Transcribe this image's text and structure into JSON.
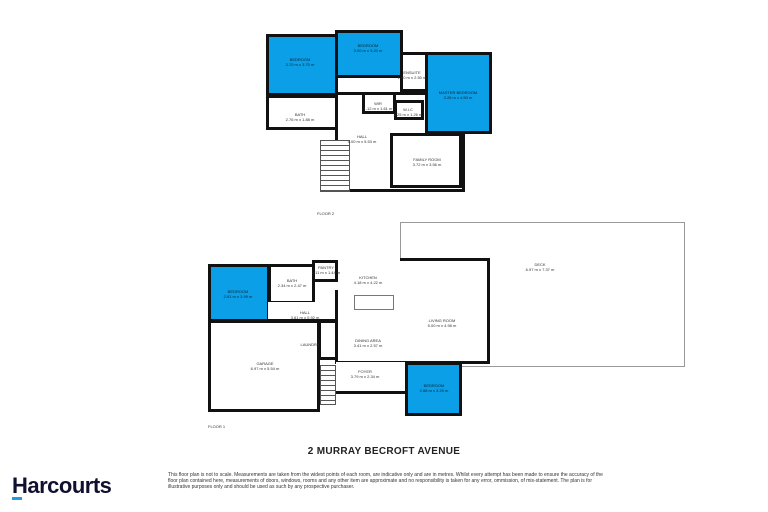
{
  "floor2": {
    "label": "FLOOR 2",
    "rooms": [
      {
        "name": "BEDROOM",
        "size": "3.70 m x 3.70 m"
      },
      {
        "name": "BEDROOM",
        "size": "3.00 m x 3.20 m"
      },
      {
        "name": "ENSUITE",
        "size": "1.90 m x 2.50 m"
      },
      {
        "name": "MASTER BEDROOM",
        "size": "3.26 m x 4.50 m"
      },
      {
        "name": "WIR",
        "size": "1.12 m x 1.61 m"
      },
      {
        "name": "W.I.C",
        "size": "2.25 m x 1.26 m"
      },
      {
        "name": "BATH",
        "size": "2.76 m x 1.88 m"
      },
      {
        "name": "HALL",
        "size": "5.00 m x 5.53 m"
      },
      {
        "name": "FAMILY ROOM",
        "size": "3.72 m x 3.56 m"
      }
    ]
  },
  "floor1": {
    "label": "FLOOR 1",
    "rooms": [
      {
        "name": "DECK",
        "size": "6.97 m x 7.37 m"
      },
      {
        "name": "PANTRY",
        "size": "1.11 m x 1.44 m"
      },
      {
        "name": "KITCHEN",
        "size": "4.18 m x 4.22 m"
      },
      {
        "name": "BEDROOM",
        "size": "2.91 m x 3.99 m"
      },
      {
        "name": "BATH",
        "size": "2.34 m x 2.47 m"
      },
      {
        "name": "HALL",
        "size": "3.61 m x 0.92 m"
      },
      {
        "name": "LIVING ROOM",
        "size": "5.00 m x 4.98 m"
      },
      {
        "name": "GARAGE",
        "size": "6.97 m x 5.54 m"
      },
      {
        "name": "LAUNDRY",
        "size": ""
      },
      {
        "name": "DINING AREA",
        "size": "3.41 m x 2.57 m"
      },
      {
        "name": "FOYER",
        "size": "3.79 m x 2.34 m"
      },
      {
        "name": "BEDROOM",
        "size": "2.88 m x 3.29 m"
      }
    ]
  },
  "footer": {
    "title": "2 MURRAY BECROFT AVENUE",
    "brand": "Harcourts",
    "disclaimer": "This floor plan is not to scale. Measurements are taken from the widest points of each room, are indicative only and are in metres. Whilst every attempt has been made to ensure the accuracy of the floor plan contained here, measurements of doors, windows, rooms and any other item are approximate and no responsibility is taken for any error, ommission, of mis-statement. The plan is for illustrative purposes only and should be used as such by any prospective purchaser."
  },
  "colors": {
    "bedroom_fill": "#0a9fe6",
    "brand_navy": "#101030",
    "brand_blue": "#1e9ee0"
  }
}
